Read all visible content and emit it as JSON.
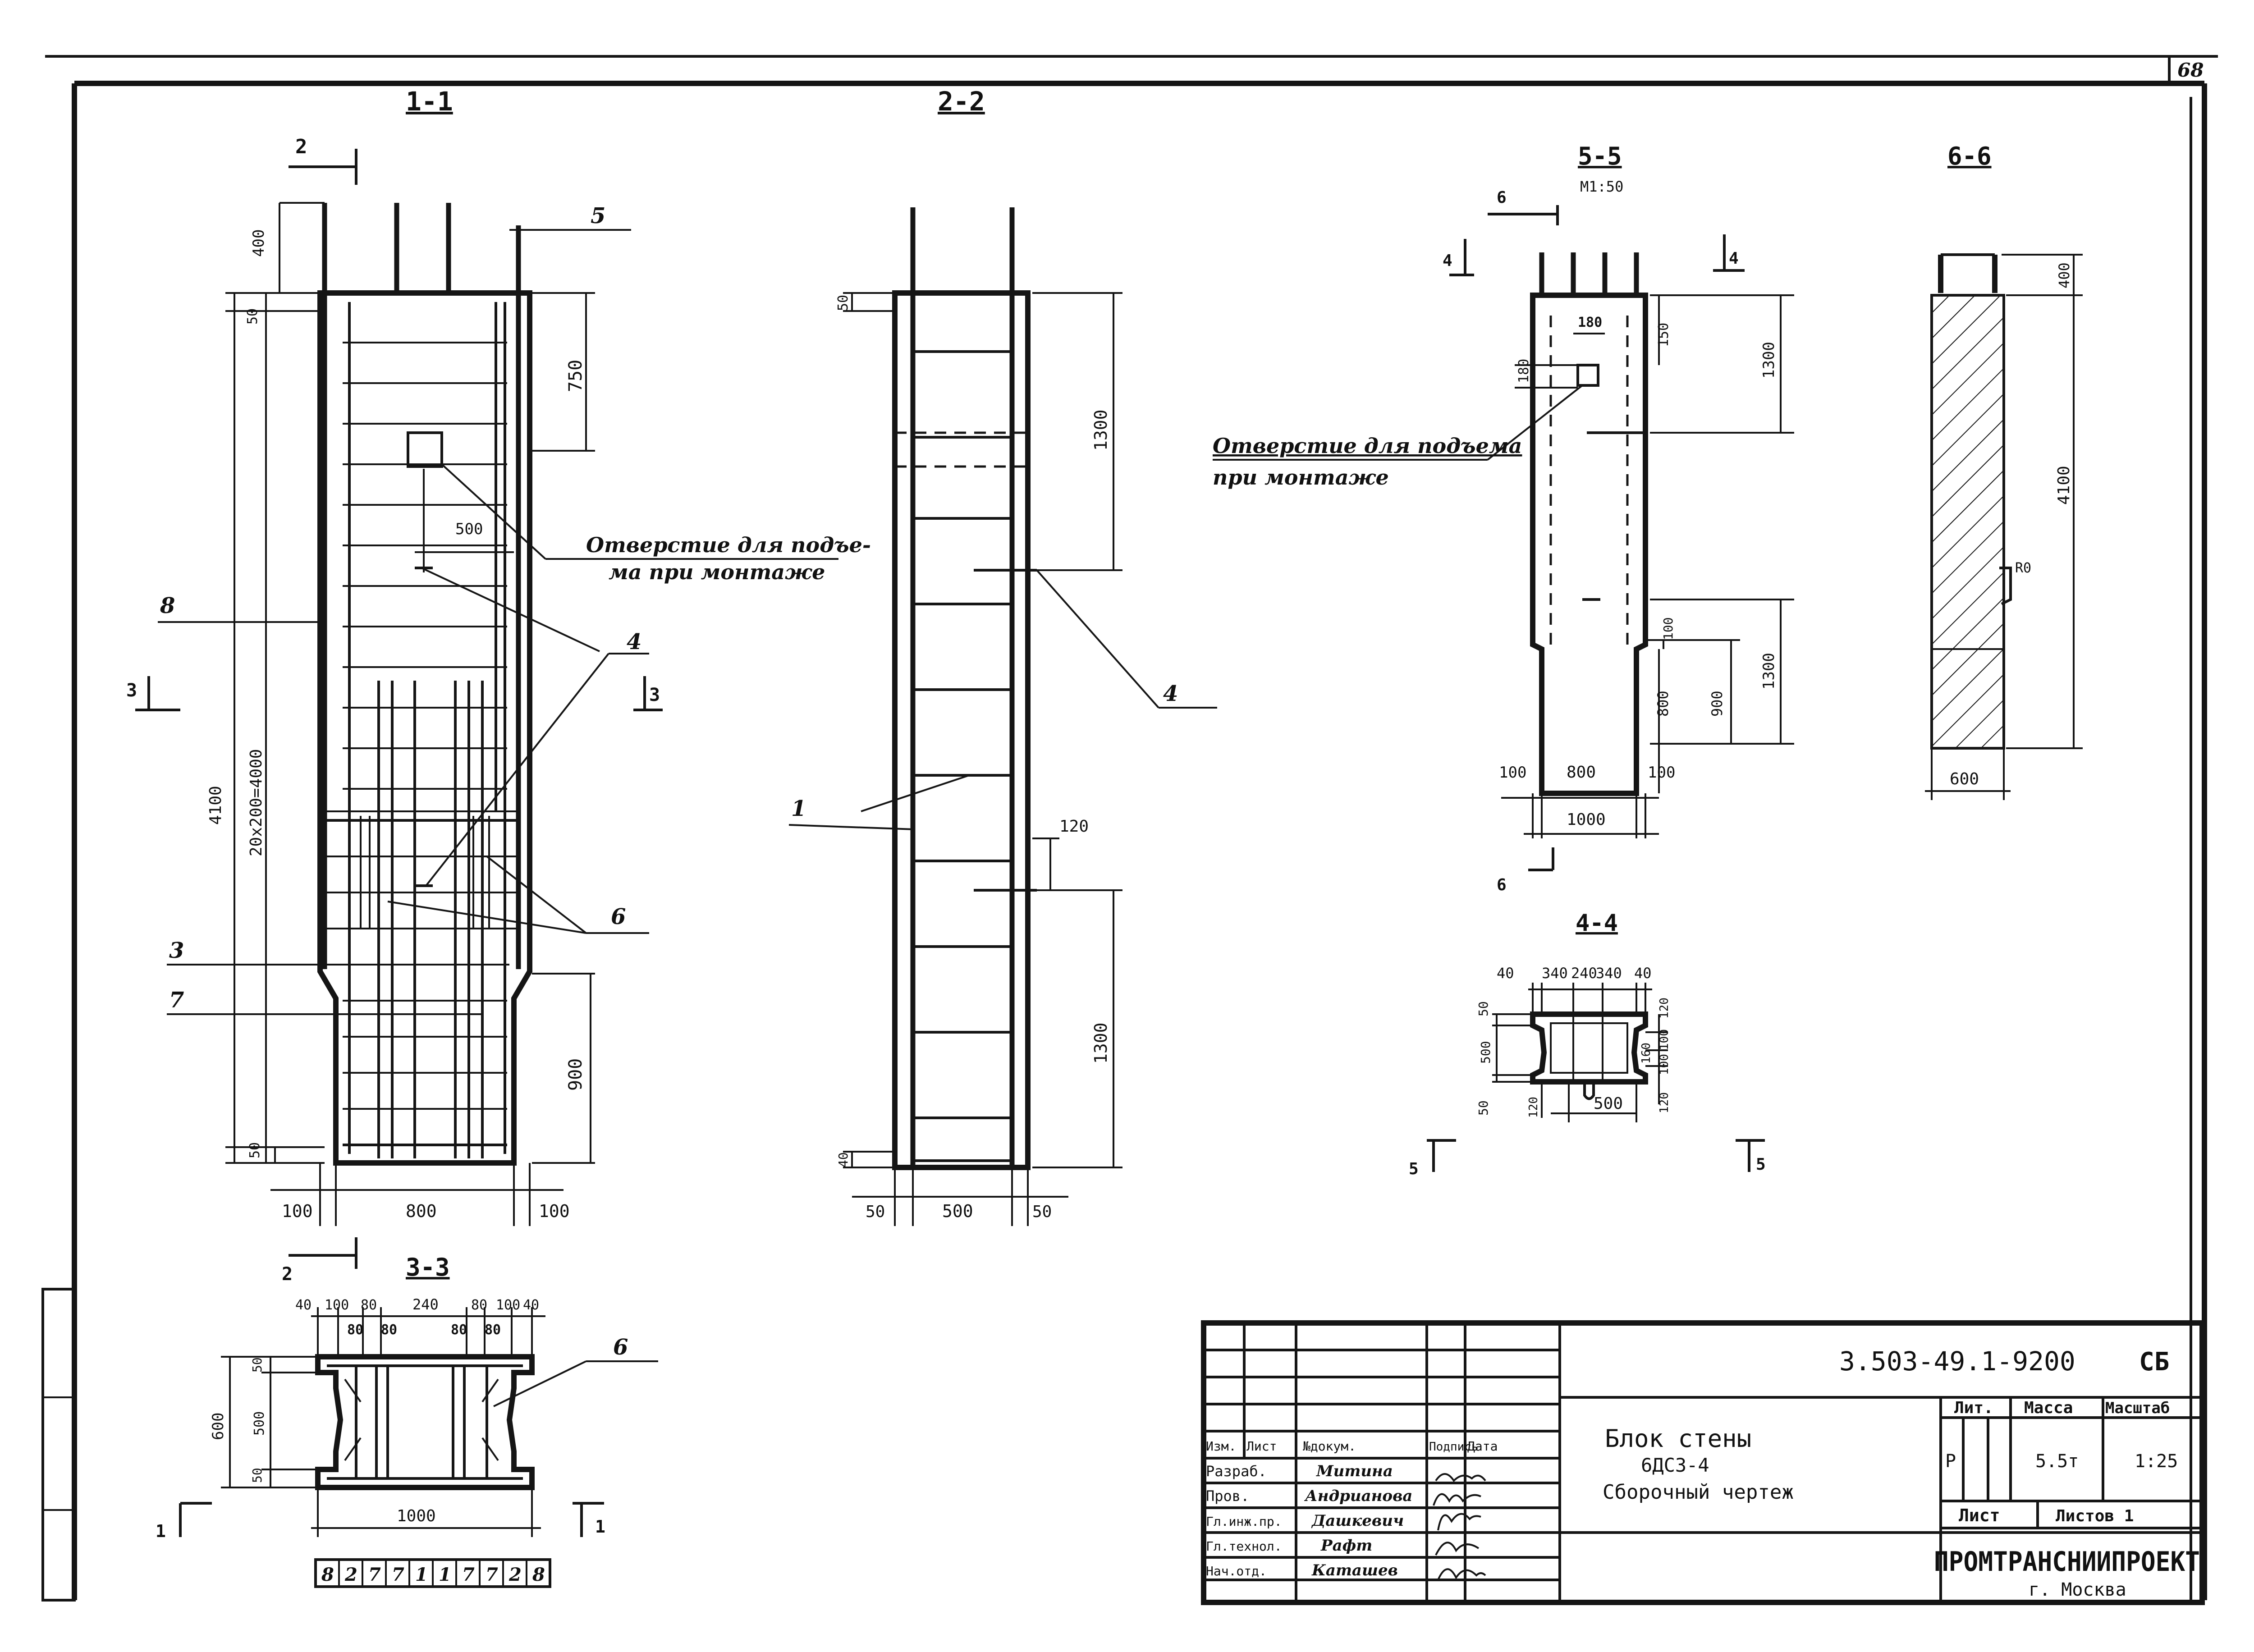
{
  "sheet_number": "68",
  "sections": {
    "s11": {
      "title": "1-1",
      "dims": {
        "top": "400",
        "d50a": "50",
        "d750": "750",
        "d500": "500",
        "total": "4100",
        "pitch": "20х200=4000",
        "d900": "900",
        "d50b": "50",
        "left": "100",
        "width": "800",
        "right": "100"
      },
      "callout_hole": [
        "Отверстие для подъе-",
        "ма при монтаже"
      ],
      "markers": {
        "p4": "4",
        "p5": "5",
        "p6": "6",
        "p8": "8",
        "p3": "3",
        "p7": "7"
      },
      "cut_labels": {
        "top": "2",
        "left": "3",
        "right": "3"
      }
    },
    "s22": {
      "title": "2-2",
      "dims": {
        "top": "50",
        "d1300a": "1300",
        "d120": "120",
        "d1300b": "1300",
        "bottom": "40",
        "left": "50",
        "width": "500",
        "right": "50"
      },
      "markers": {
        "p1": "1",
        "p4": "4"
      }
    },
    "s33": {
      "title": "3-3",
      "dims_top": [
        "40",
        "100",
        "80",
        "240",
        "80",
        "100",
        "40"
      ],
      "dims_inner": [
        "80",
        "80",
        "80",
        "80"
      ],
      "dims_side": {
        "a": "50",
        "b": "500",
        "c": "50",
        "total": "600"
      },
      "width": "1000",
      "marker": "6",
      "cut_labels": {
        "top": "2",
        "left": "1",
        "right": "1"
      }
    },
    "s55": {
      "title": "5-5",
      "scale": "М1:50",
      "dims": {
        "d180a": "180",
        "d180b": "180",
        "d150": "150",
        "d1300a": "1300",
        "d100": "100",
        "d800": "800",
        "d900": "900",
        "d1300b": "1300",
        "left": "100",
        "width": "800",
        "right": "100",
        "total": "1000"
      },
      "callout_hole": [
        "Отверстие для подъема",
        "при монтаже"
      ],
      "cut_labels": {
        "top": "6",
        "bottom": "6",
        "left": "4",
        "right": "4"
      }
    },
    "s44": {
      "title": "4-4",
      "dims_top": [
        "40",
        "340",
        "240",
        "340",
        "40"
      ],
      "dims_left": [
        "50",
        "500",
        "50"
      ],
      "dims_right": [
        "120",
        "160",
        "100",
        "120",
        "100"
      ],
      "left_120": "120",
      "width": "500",
      "cut_labels": {
        "left": "5",
        "right": "5"
      }
    },
    "s66": {
      "title": "6-6",
      "dims": {
        "top": "400",
        "height": "4100",
        "r": "R0",
        "width": "600"
      }
    }
  },
  "stamp": {
    "code": "3.503-49.1-9200",
    "doc_type": "СБ",
    "headers": [
      "Изм.",
      "Лист",
      "№докум.",
      "Подпись",
      "Дата"
    ],
    "rows": [
      {
        "role": "Разраб.",
        "name": "Митина"
      },
      {
        "role": "Пров.",
        "name": "Андрианова"
      },
      {
        "role": "Гл.инж.пр.",
        "name": "Дашкевич"
      },
      {
        "role": "Гл.технол.",
        "name": "Рафт"
      },
      {
        "role": "Нач.отд.",
        "name": "Каташев"
      }
    ],
    "title_lines": [
      "Блок стены",
      "6ДСЗ-4",
      "Сборочный чертеж"
    ],
    "lit_label": "Лит.",
    "mass_label": "Масса",
    "scale_label": "Масштаб",
    "lit_value": "Р",
    "mass_value": "5.5т",
    "scale_value": "1:25",
    "sheet_label": "Лист",
    "sheets_label": "Листов 1",
    "org": "ПРОМТРАНСНИИПРОЕКТ",
    "city": "г. Москва"
  },
  "inventory_number": [
    "8",
    "2",
    "7",
    "7",
    "1",
    "1",
    "7",
    "7",
    "2",
    "8"
  ]
}
